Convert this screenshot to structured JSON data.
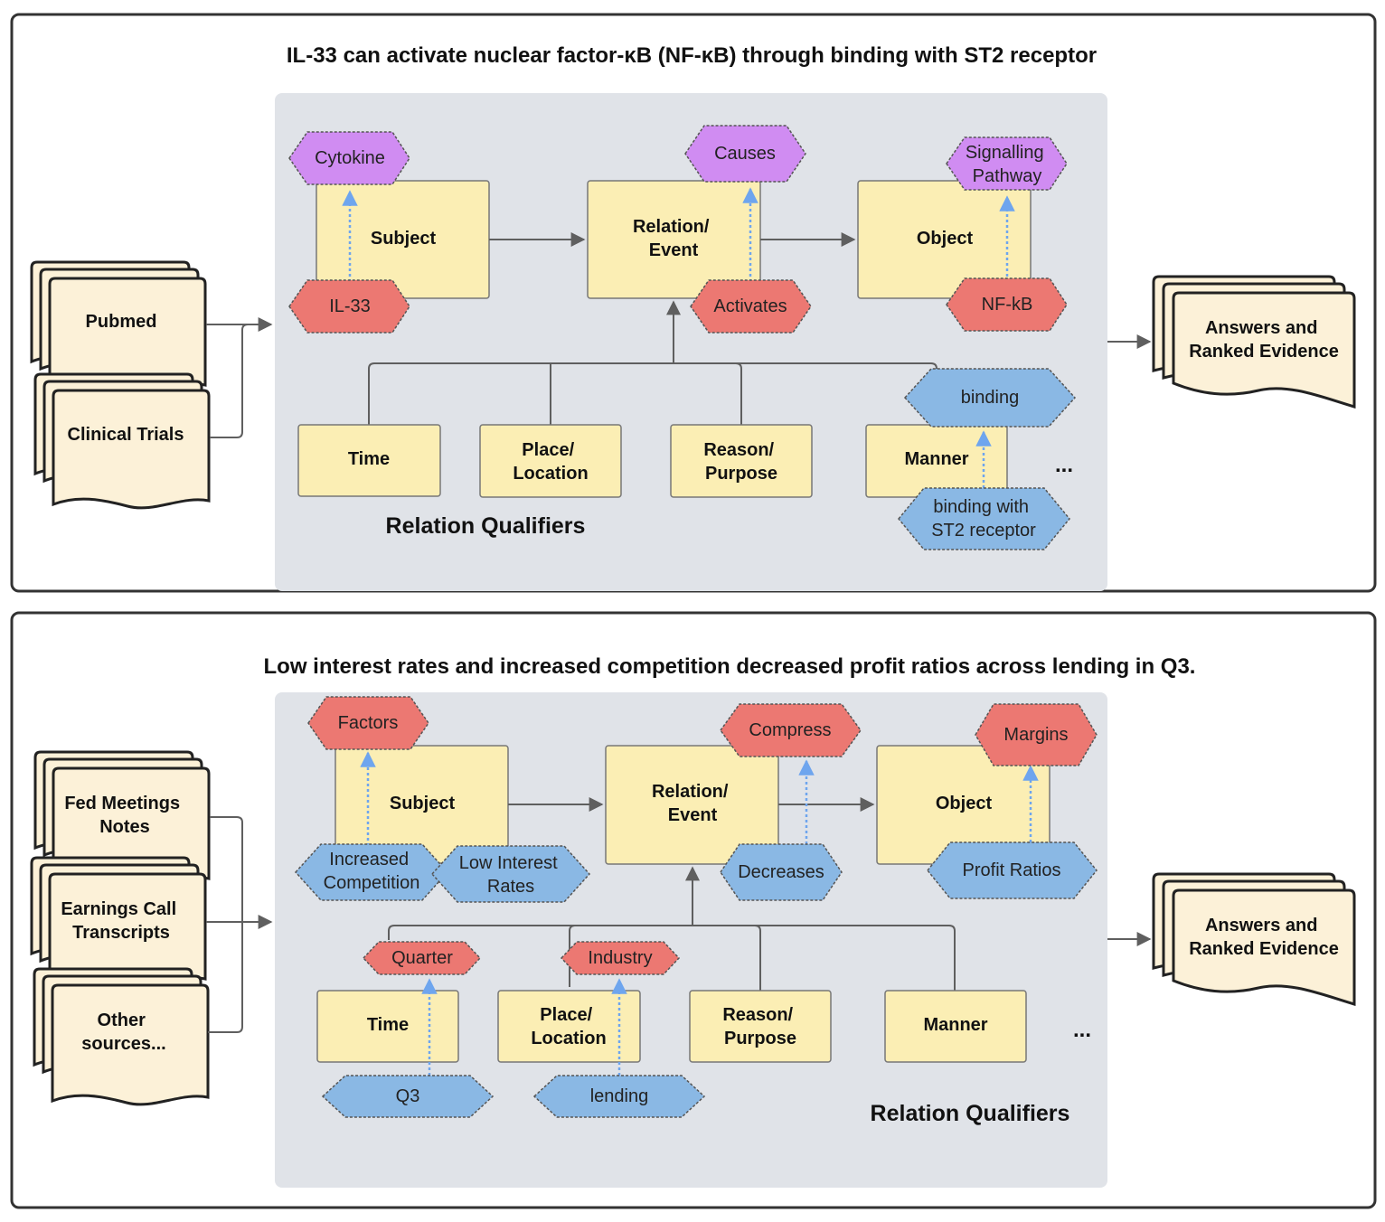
{
  "panels": [
    {
      "title": "IL-33 can activate nuclear factor-κB (NF-κB) through binding with ST2 receptor",
      "sources": [
        "Pubmed",
        "Clinical Trials"
      ],
      "core": {
        "subject": "Subject",
        "relation": [
          "Relation/",
          "Event"
        ],
        "object": "Object"
      },
      "hex": {
        "subject_type": "Cytokine",
        "relation_type": "Causes",
        "object_type": [
          "Signalling",
          "Pathway"
        ],
        "subject_value": "IL-33",
        "relation_value": "Activates",
        "object_value": "NF-kB",
        "manner_type": "binding",
        "manner_value": [
          "binding with",
          "ST2 receptor"
        ]
      },
      "qualifiers": {
        "time": "Time",
        "place": [
          "Place/",
          "Location"
        ],
        "reason": [
          "Reason/",
          "Purpose"
        ],
        "manner": "Manner",
        "ellipsis": "...",
        "label": "Relation Qualifiers"
      },
      "output": [
        "Answers and",
        "Ranked Evidence"
      ]
    },
    {
      "title": "Low interest rates and increased competition decreased profit ratios across lending in Q3.",
      "sources": [
        [
          "Fed Meetings",
          "Notes"
        ],
        [
          "Earnings Call",
          "Transcripts"
        ],
        [
          "Other",
          "sources..."
        ]
      ],
      "core": {
        "subject": "Subject",
        "relation": [
          "Relation/",
          "Event"
        ],
        "object": "Object"
      },
      "hex": {
        "subject_type": "Factors",
        "relation_type": "Compress",
        "object_type": "Margins",
        "subject_value_1": [
          "Increased",
          "Competition"
        ],
        "subject_value_2": [
          "Low Interest",
          "Rates"
        ],
        "relation_value": "Decreases",
        "object_value": "Profit Ratios",
        "time_type": "Quarter",
        "place_type": "Industry",
        "time_value": "Q3",
        "place_value": "lending"
      },
      "qualifiers": {
        "time": "Time",
        "place": [
          "Place/",
          "Location"
        ],
        "reason": [
          "Reason/",
          "Purpose"
        ],
        "manner": "Manner",
        "ellipsis": "...",
        "label": "Relation Qualifiers"
      },
      "output": [
        "Answers and",
        "Ranked Evidence"
      ]
    }
  ],
  "colors": {
    "box_fill": "#fbeeb4",
    "doc_fill": "#fcf1d8",
    "panel_bg": "#e0e3e8",
    "purple": "#d08cf2",
    "red": "#ec7872",
    "blue": "#8ab8e4",
    "arrow_dotted": "#6ea5ee",
    "connector": "#5f5f5f"
  }
}
